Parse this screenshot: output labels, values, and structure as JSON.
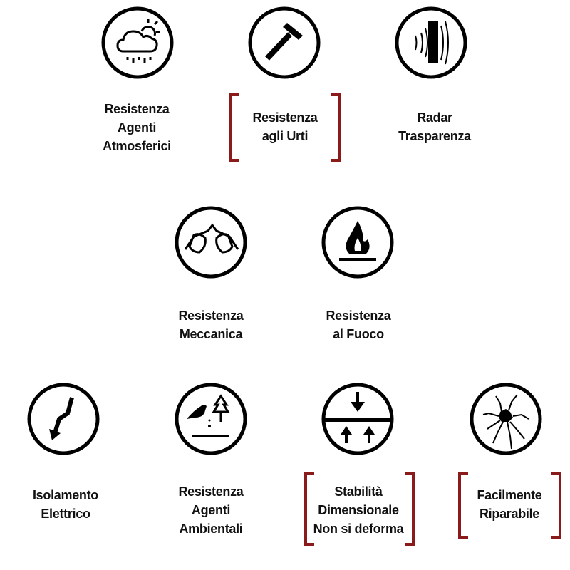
{
  "accent_color": "#8b1a1a",
  "features": [
    {
      "icon": "cloud-sun-rain-icon",
      "lines": [
        "Resistenza",
        "Agenti",
        "Atmosferici"
      ],
      "highlighted": false
    },
    {
      "icon": "hammer-icon",
      "lines": [
        "Resistenza",
        "agli Urti"
      ],
      "highlighted": true
    },
    {
      "icon": "radar-waves-icon",
      "lines": [
        "Radar",
        "Trasparenza"
      ],
      "highlighted": false
    },
    {
      "icon": "hands-icon",
      "lines": [
        "Resistenza",
        "Meccanica"
      ],
      "highlighted": false
    },
    {
      "icon": "flame-icon",
      "lines": [
        "Resistenza",
        "al Fuoco"
      ],
      "highlighted": false
    },
    {
      "icon": "lightning-arrow-icon",
      "lines": [
        "Isolamento",
        "Elettrico"
      ],
      "highlighted": false
    },
    {
      "icon": "bird-tree-icon",
      "lines": [
        "Resistenza",
        "Agenti",
        "Ambientali"
      ],
      "highlighted": false
    },
    {
      "icon": "compression-arrows-icon",
      "lines": [
        "Stabilità",
        "Dimensionale",
        "Non si deforma"
      ],
      "highlighted": true
    },
    {
      "icon": "cracked-glass-icon",
      "lines": [
        "Facilmente",
        "Riparabile"
      ],
      "highlighted": true
    }
  ]
}
